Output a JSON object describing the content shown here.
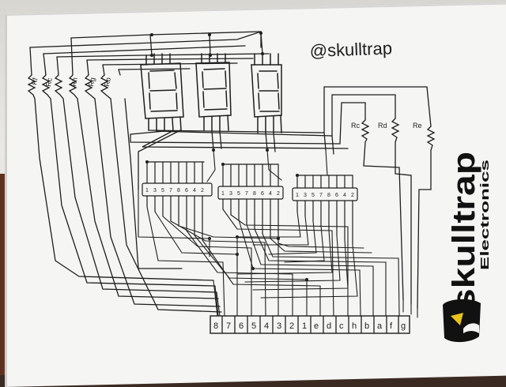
{
  "handle": "@skulltrap",
  "resistor_labels": [
    "Rf",
    "Rc",
    "Rh",
    "Rg",
    "Rb",
    "Rc",
    "Rd",
    "Re"
  ],
  "chip_pins": [
    "1",
    "3",
    "5",
    "7",
    "8",
    "6",
    "4",
    "2"
  ],
  "connector_pins": [
    "8",
    "7",
    "6",
    "5",
    "4",
    "3",
    "2",
    "1",
    "e",
    "d",
    "c",
    "h",
    "b",
    "a",
    "f",
    "g"
  ],
  "logo": {
    "brand": "skulltrap",
    "subtitle": "Electronics"
  },
  "colors": {
    "ink": "#1e1e1e",
    "board": "#f5f5f3",
    "logo": "#111111",
    "eye": "#e8c21a"
  }
}
